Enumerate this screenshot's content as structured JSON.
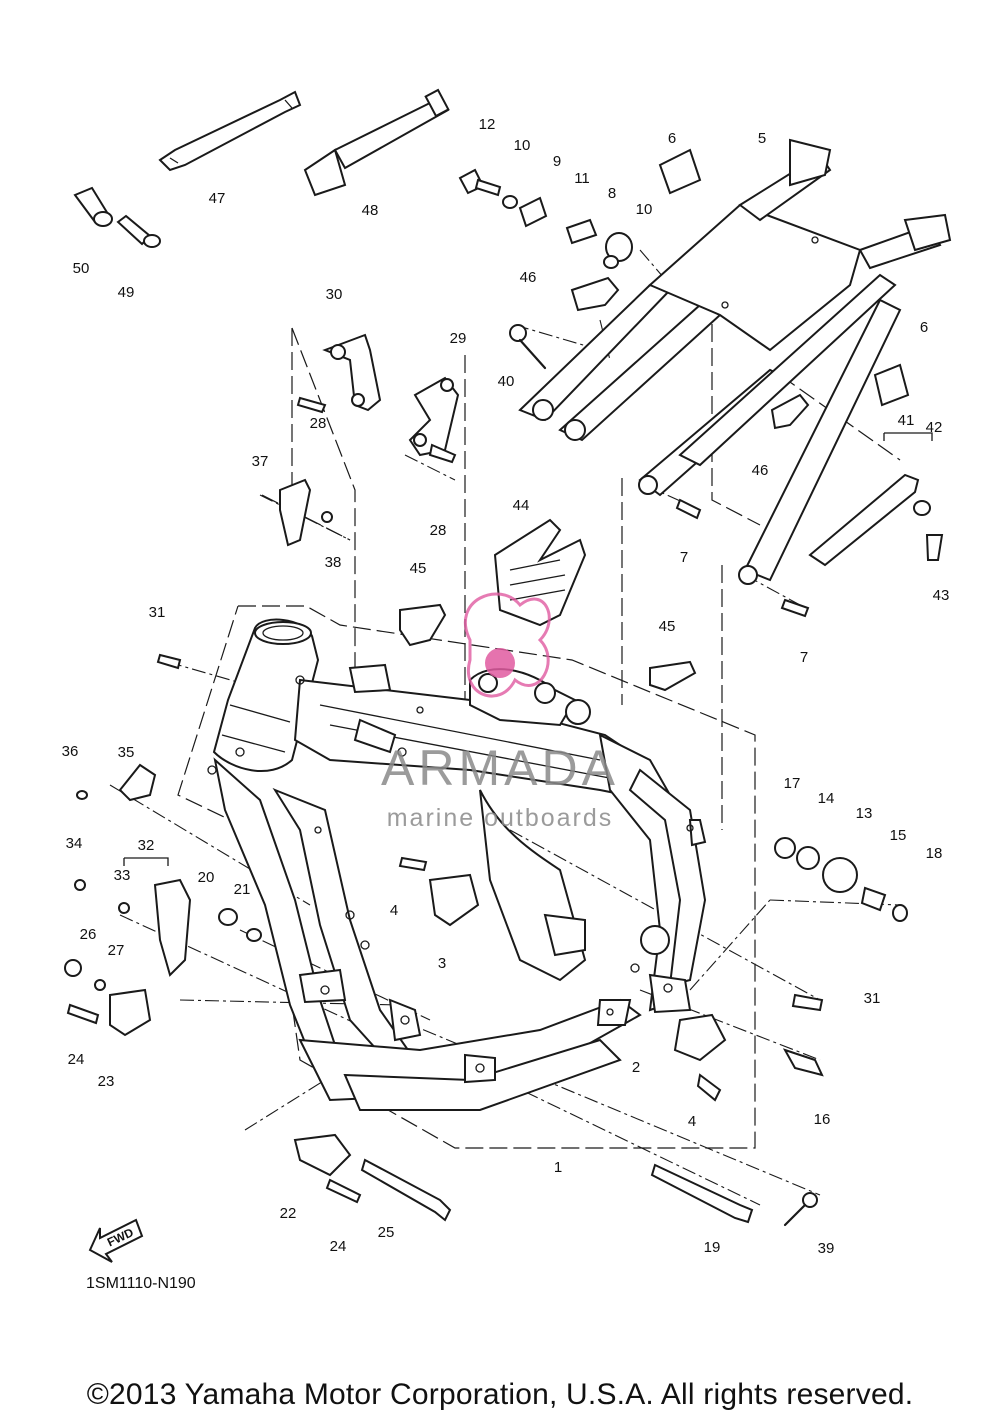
{
  "diagram": {
    "part_code": "1SM1110-N190",
    "fwd_label": "FWD",
    "watermark": {
      "brand": "ARMADA",
      "tagline": "marine outboards"
    },
    "callouts": [
      "1",
      "2",
      "3",
      "4",
      "5",
      "6",
      "7",
      "8",
      "9",
      "10",
      "11",
      "12",
      "13",
      "14",
      "15",
      "16",
      "17",
      "18",
      "19",
      "20",
      "21",
      "22",
      "23",
      "24",
      "25",
      "26",
      "27",
      "28",
      "29",
      "30",
      "31",
      "32",
      "33",
      "34",
      "35",
      "36",
      "37",
      "38",
      "39",
      "40",
      "41",
      "42",
      "43",
      "44",
      "45",
      "46",
      "47",
      "48",
      "49",
      "50"
    ]
  },
  "footer": {
    "copyright": "©2013 Yamaha Motor Corporation, U.S.A. All rights reserved."
  }
}
